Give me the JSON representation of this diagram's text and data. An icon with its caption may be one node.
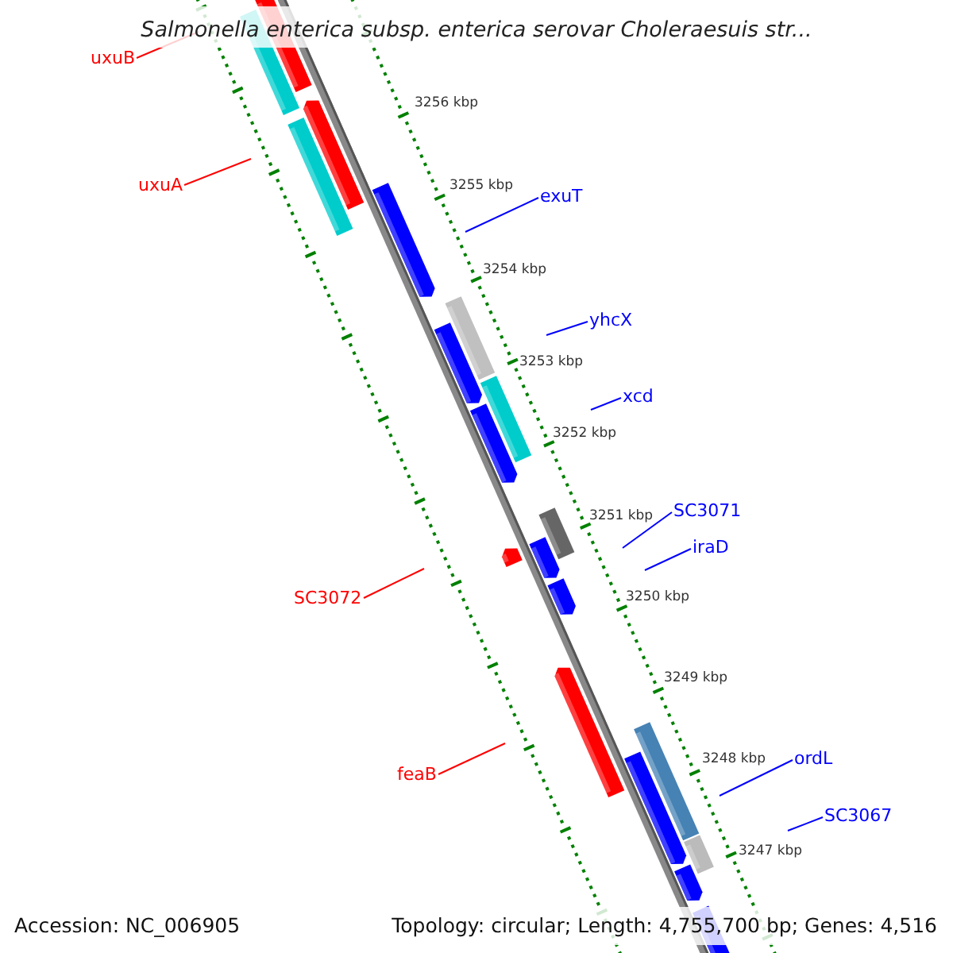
{
  "diagram": {
    "title": "Salmonella enterica subsp. enterica serovar Choleraesuis str...",
    "nodes": [
      {
        "text": [
          "uxuB"
        ]
      },
      {
        "text": [
          "uxuA"
        ]
      },
      {
        "text": [
          "exuT"
        ]
      },
      {
        "text": [
          "yhcX"
        ]
      },
      {
        "text": [
          "xcd"
        ]
      },
      {
        "text": [
          "SC3071"
        ]
      },
      {
        "text": [
          "iraD"
        ]
      },
      {
        "text": [
          "SC3072"
        ]
      },
      {
        "text": [
          "feaB"
        ]
      },
      {
        "text": [
          "ordL"
        ]
      },
      {
        "text": [
          "SC3067"
        ]
      }
    ],
    "edges": [
      {
        "from": 0,
        "to": null,
        "arrow": "none",
        "color": "#ff0000"
      },
      {
        "from": 1,
        "to": null,
        "arrow": "none",
        "color": "#ff0000"
      },
      {
        "from": 2,
        "to": null,
        "arrow": "none"
      },
      {
        "from": 3,
        "to": null,
        "arrow": "none"
      },
      {
        "from": 4,
        "to": null,
        "arrow": "none"
      },
      {
        "from": 5,
        "to": null,
        "arrow": "none"
      },
      {
        "from": 6,
        "to": null,
        "arrow": "none"
      },
      {
        "from": 7,
        "to": null,
        "arrow": "none",
        "color": "#ff0000"
      },
      {
        "from": 8,
        "to": null,
        "arrow": "none",
        "color": "#ff0000"
      },
      {
        "from": 9,
        "to": null,
        "arrow": "none"
      },
      {
        "from": 10,
        "to": null,
        "arrow": "none"
      }
    ],
    "labels": [
      "3256 kbp",
      "3255 kbp",
      "3254 kbp",
      "3253 kbp",
      "3252 kbp",
      "3251 kbp",
      "3250 kbp",
      "3249 kbp",
      "3248 kbp",
      "3247 kbp",
      "Accession: NC_006905",
      "Topology: circular; Length: 4,755,700 bp; Genes: 4,516"
    ]
  }
}
